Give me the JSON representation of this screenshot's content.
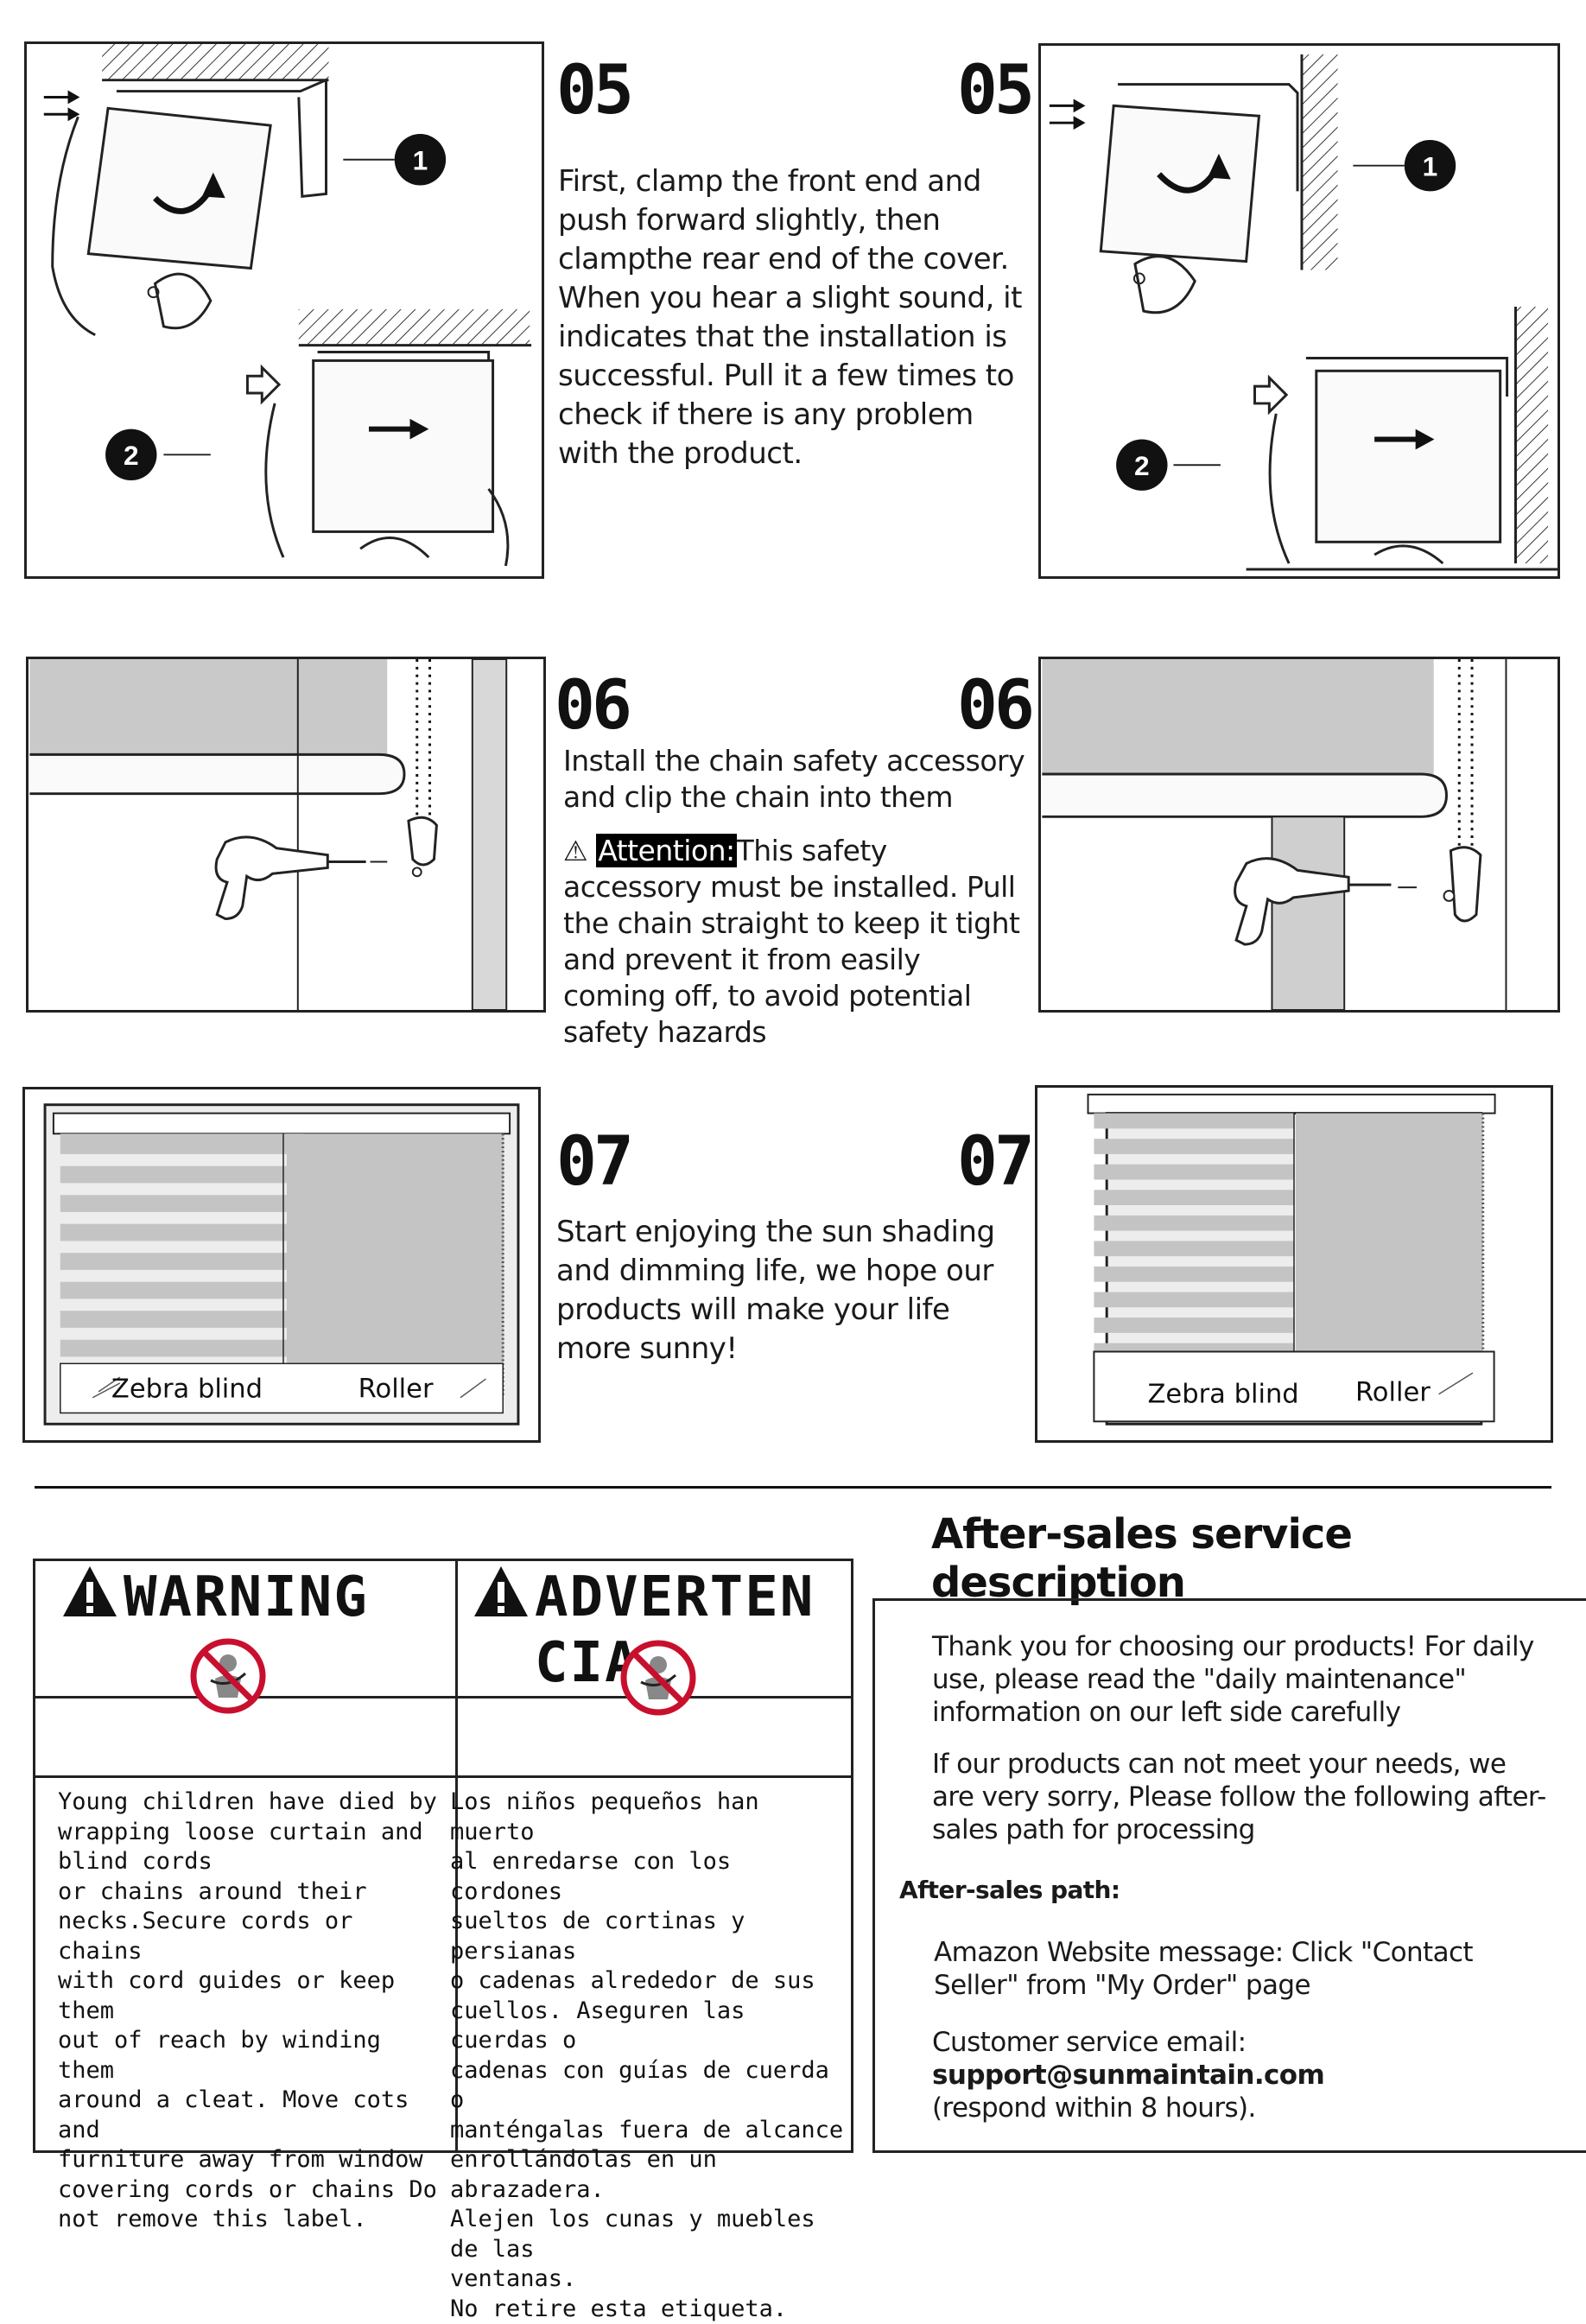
{
  "step05": {
    "number_left": "05",
    "number_right": "05",
    "text": "First, clamp the front end and push forward slightly, then clampthe rear end of the cover. When you hear a slight sound, it indicates that the installation is successful. Pull it a few times to check if there is any problem with the product.",
    "callout_1": "1",
    "callout_2": "2"
  },
  "step06": {
    "number_left": "06",
    "number_right": "06",
    "text": "Install the chain safety accessory and clip the chain into them",
    "attention_label": "Attention:",
    "attention_text": "This safety accessory must be installed. Pull the chain straight to keep it tight and prevent it from easily coming off, to avoid potential safety hazards"
  },
  "step07": {
    "number_left": "07",
    "number_right": "07",
    "text": "Start enjoying the sun shading and dimming life, we hope our products will make your life more sunny!",
    "label_zebra": "Zebra blind",
    "label_roller": "Roller"
  },
  "warning": {
    "title_en": "WARNING",
    "title_es_line1": "ADVERTEN",
    "title_es_line2": "CIA",
    "body_en": "Young children have died by\nwrapping loose curtain and\nblind cords\nor chains around their\nnecks.Secure cords or chains\nwith cord guides or keep them\nout of reach by winding them\naround a cleat. Move cots and\nfurniture away from window\ncovering cords or chains Do\nnot remove this label.",
    "body_es": "Los niños pequeños han muerto\nal enredarse con los cordones\nsueltos de cortinas y persianas\no cadenas alrededor de sus\ncuellos. Aseguren las cuerdas o\ncadenas con guías de cuerda o\nmanténgalas fuera de alcance\nenrollándolas en un abrazadera.\nAlejen los cunas y muebles de las\nventanas.\nNo retire esta etiqueta."
  },
  "after_sales": {
    "heading": "After-sales service description",
    "para1": "Thank you for choosing our products! For daily use, please read the \"daily maintenance\" information on our left side carefully",
    "para2": "If our products can not meet your needs, we are very sorry, Please follow the following after-sales path for processing",
    "path_label": "After-sales path:",
    "amazon": "Amazon Website message: Click \"Contact Seller\" from \"My Order\" page",
    "email_label": "Customer service email: ",
    "email": "support@sunmaintain.com",
    "respond": "(respond within 8 hours)."
  }
}
